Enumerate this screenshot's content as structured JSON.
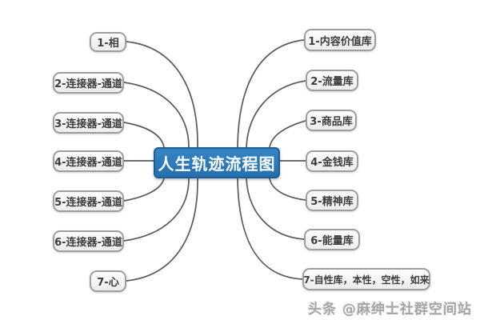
{
  "diagram": {
    "center_label": "人生轨迹流程图",
    "left_nodes": [
      {
        "label": "1-相"
      },
      {
        "label": "2-连接器-通道"
      },
      {
        "label": "3-连接器-通道"
      },
      {
        "label": "4-连接器-通道"
      },
      {
        "label": "5-连接器-通道"
      },
      {
        "label": "6-连接器-通道"
      },
      {
        "label": "7-心"
      }
    ],
    "right_nodes": [
      {
        "label": "1-内容价值库"
      },
      {
        "label": "2-流量库"
      },
      {
        "label": "3-商品库"
      },
      {
        "label": "4-金钱库"
      },
      {
        "label": "5-精神库"
      },
      {
        "label": "6-能量库"
      },
      {
        "label": "7-自性库，本性，空性，如来"
      }
    ]
  },
  "watermark": {
    "text": "头条 @麻绅士社群空间站"
  },
  "colors": {
    "center_fill_top": "#3585c4",
    "center_fill_bottom": "#2470ae",
    "center_border": "#1d5f95",
    "node_border": "#9e9e9e",
    "connector": "#5a5a5a",
    "node_text": "#3d3d3d",
    "watermark": "#a5a5a5"
  }
}
